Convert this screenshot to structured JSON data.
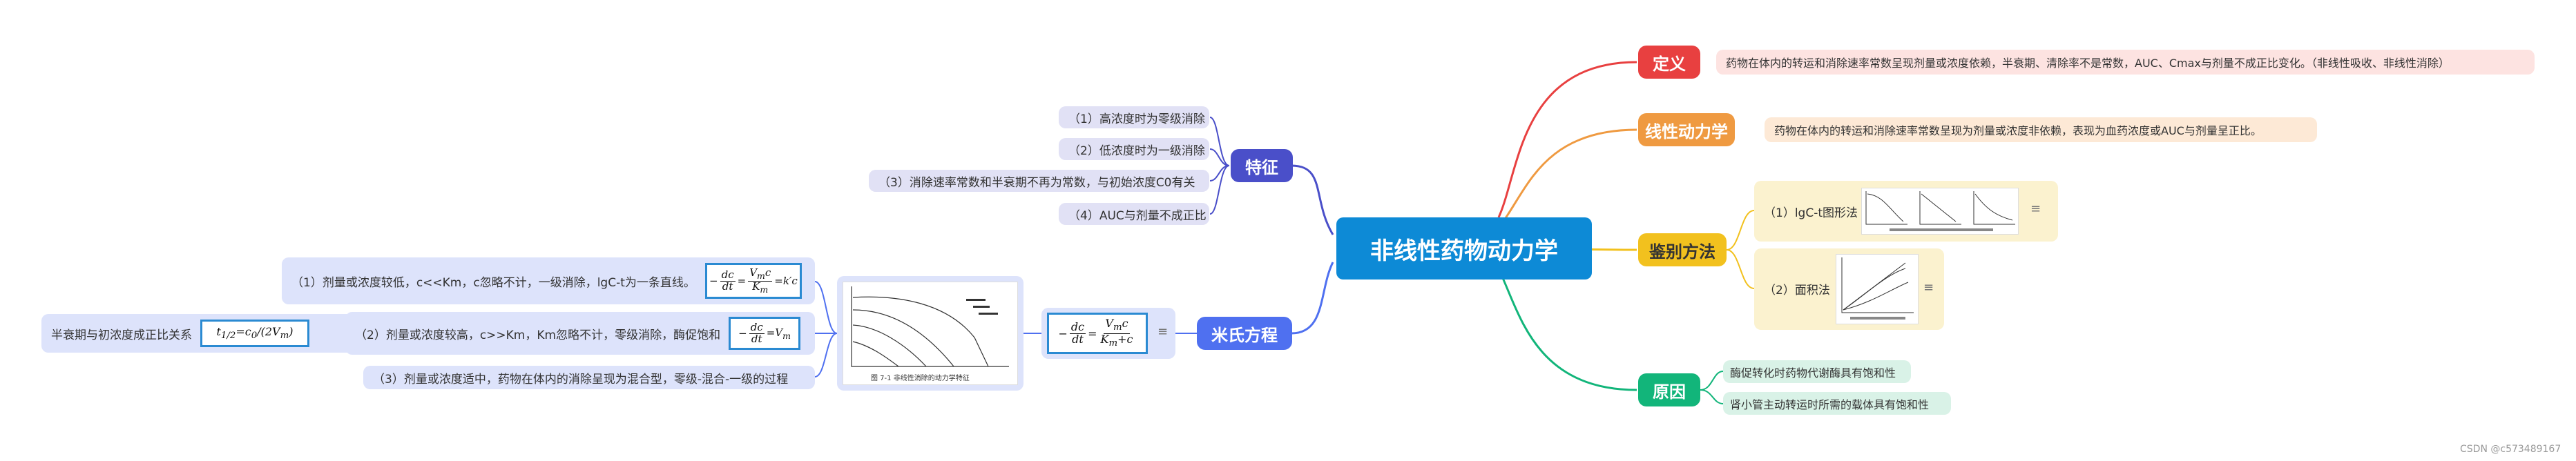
{
  "root": {
    "label": "非线性药物动力学"
  },
  "right": {
    "definition": {
      "label": "定义",
      "text": "药物在体内的转运和消除速率常数呈现剂量或浓度依赖，半衰期、清除率不是常数，AUC、Cmax与剂量不成正比变化。（非线性吸收、非线性消除）"
    },
    "linear": {
      "label": "线性动力学",
      "text": "药物在体内的转运和消除速率常数呈现为剂量或浓度非依赖，表现为血药浓度或AUC与剂量呈正比。"
    },
    "identify": {
      "label": "鉴别方法",
      "method1": "（1）lgC-t图形法",
      "method2": "（2）面积法"
    },
    "cause": {
      "label": "原因",
      "items": [
        "酶促转化时药物代谢酶具有饱和性",
        "肾小管主动转运时所需的载体具有饱和性"
      ]
    }
  },
  "left": {
    "feature": {
      "label": "特征",
      "items": [
        "（1）高浓度时为零级消除",
        "（2）低浓度时为一级消除",
        "（3）消除速率常数和半衰期不再为常数，与初始浓度C0有关",
        "（4）AUC与剂量不成正比"
      ]
    },
    "mm": {
      "label": "米氏方程",
      "items": [
        "（1）剂量或浓度较低，c<<Km，c忽略不计，一级消除，lgC-t为一条直线。",
        "（2）剂量或浓度较高，c>>Km，Km忽略不计，零级消除，酶促饱和",
        "（3）剂量或浓度适中，药物在体内的消除呈现为混合型，零级-混合-一级的过程"
      ],
      "halflife_label": "半衰期与初浓度成正比关系",
      "figure_caption": "图 7-1    非线性消除的动力学特征"
    }
  },
  "watermark": "CSDN @c573489167",
  "colors": {
    "root": "#0d8ad6",
    "definition": "#e84040",
    "linear": "#ef9a41",
    "identify": "#f2c11e",
    "cause": "#12b57a",
    "feature": "#4a4fc9",
    "mm": "#4f70f0"
  }
}
